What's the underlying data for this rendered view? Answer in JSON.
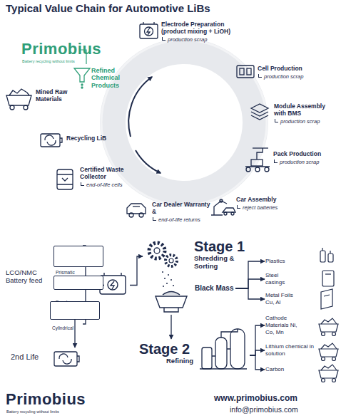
{
  "diagram": {
    "title": "Typical Value Chain for Automotive LiBs",
    "nodes": [
      {
        "text": [
          "Refined Chemical Products"
        ]
      },
      {
        "text": [
          "Electrode Preparation (product mixing + LiOH)",
          "production scrap"
        ]
      },
      {
        "text": [
          "Cell Production",
          "production scrap"
        ]
      },
      {
        "text": [
          "Module Assembly with BMS",
          "production scrap"
        ]
      },
      {
        "text": [
          "Pack Production",
          "production scrap"
        ]
      },
      {
        "text": [
          "Car Assembly",
          "reject batteries"
        ]
      },
      {
        "text": [
          "Car Dealer Warranty &",
          "end-of-life returns"
        ]
      },
      {
        "text": [
          "Certified Waste Collector",
          "end-of-life cells"
        ]
      },
      {
        "text": [
          "Recycling LiB"
        ]
      },
      {
        "text": [
          "Mined Raw Materials"
        ]
      },
      {
        "text": [
          "LCO/NMC Battery feed"
        ]
      },
      {
        "text": [
          "Prismatic"
        ],
        "in": 10
      },
      {
        "text": [
          "Pouch"
        ],
        "in": 10
      },
      {
        "text": [
          "Cylindrical"
        ],
        "in": 10
      },
      {
        "text": [
          "2nd Life"
        ]
      },
      {
        "text": [
          "Stage 1",
          "Shredding & Sorting"
        ]
      },
      {
        "text": [
          "Black Mass"
        ]
      },
      {
        "text": [
          "Plastics"
        ]
      },
      {
        "text": [
          "Steel casings"
        ]
      },
      {
        "text": [
          "Metal Foils Cu, Al"
        ]
      },
      {
        "text": [
          "Stage 2",
          "Refining"
        ]
      },
      {
        "text": [
          "Cathode Materials Ni, Co, Mn"
        ]
      },
      {
        "text": [
          "Lithium chemical in solution"
        ]
      },
      {
        "text": [
          "Carbon"
        ]
      }
    ],
    "edges": [
      {
        "from": 10,
        "to": 15,
        "arrow": "to"
      },
      {
        "from": 13,
        "to": 14,
        "arrow": "to"
      },
      {
        "from": 16,
        "to": 17,
        "arrow": "to"
      },
      {
        "from": 16,
        "to": 18,
        "arrow": "to"
      },
      {
        "from": 16,
        "to": 19,
        "arrow": "to"
      },
      {
        "from": 16,
        "to": 20,
        "arrow": "to"
      },
      {
        "from": 20,
        "to": 21,
        "arrow": "to"
      },
      {
        "from": 20,
        "to": 22,
        "arrow": "to"
      },
      {
        "from": 20,
        "to": 23,
        "arrow": "to"
      }
    ],
    "labels": [
      "Primobius",
      "Battery recycling without limits",
      "Primobius",
      "Battery recycling without limits",
      "www.primobius.com",
      "info@primobius.com"
    ]
  }
}
